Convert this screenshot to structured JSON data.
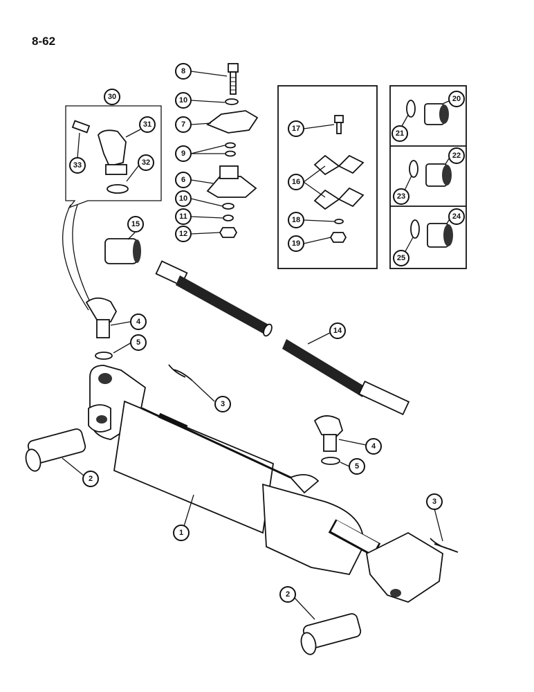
{
  "page_number": "8-62",
  "callouts": {
    "c8": "8",
    "c10a": "10",
    "c7": "7",
    "c9": "9",
    "c6": "6",
    "c10b": "10",
    "c11": "11",
    "c12": "12",
    "c30": "30",
    "c31": "31",
    "c32": "32",
    "c33": "33",
    "c15": "15",
    "c17": "17",
    "c16": "16",
    "c18": "18",
    "c19": "19",
    "c20": "20",
    "c21": "21",
    "c22": "22",
    "c23": "23",
    "c24": "24",
    "c25": "25",
    "c4a": "4",
    "c5a": "5",
    "c14": "14",
    "c3a": "3",
    "c4b": "4",
    "c5b": "5",
    "c2a": "2",
    "c1": "1",
    "c3b": "3",
    "c2b": "2"
  }
}
